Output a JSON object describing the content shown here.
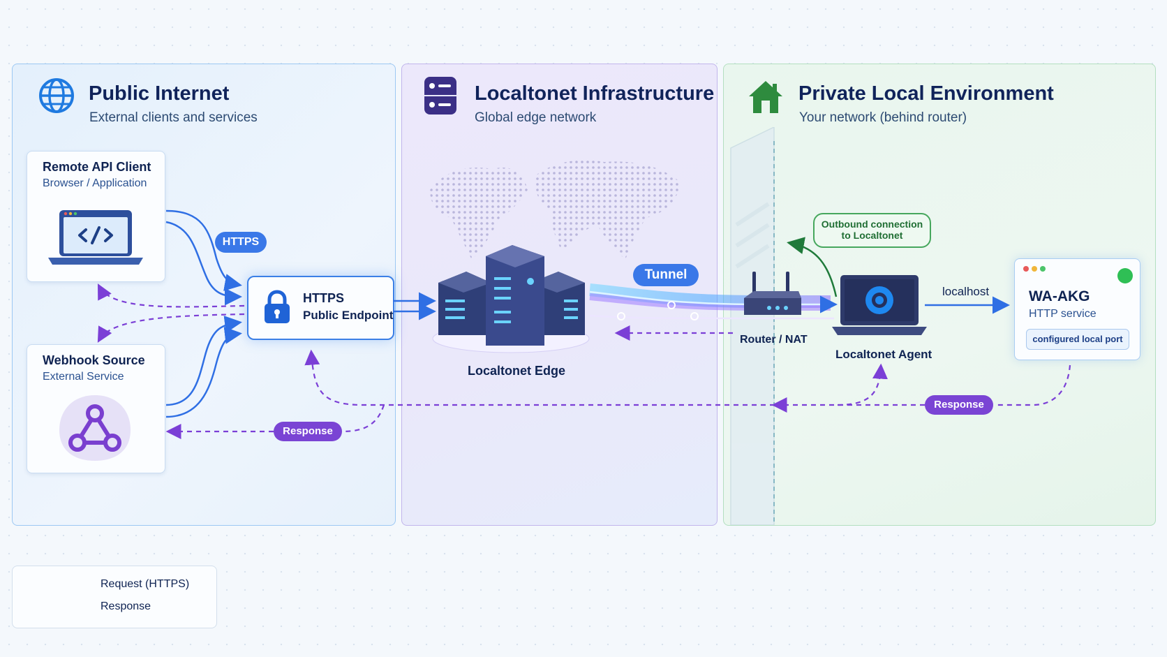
{
  "zones": {
    "public": {
      "title": "Public Internet",
      "subtitle": "External clients and services"
    },
    "infra": {
      "title": "Localtonet Infrastructure",
      "subtitle": "Global edge network"
    },
    "private": {
      "title": "Private Local Environment",
      "subtitle": "Your network (behind router)"
    }
  },
  "nodes": {
    "remote_client": {
      "title": "Remote API Client",
      "subtitle": "Browser / Application"
    },
    "webhook": {
      "title": "Webhook Source",
      "subtitle": "External Service"
    },
    "endpoint": {
      "title": "HTTPS",
      "subtitle": "Public Endpoint"
    },
    "edge": {
      "label": "Localtonet Edge"
    },
    "router": {
      "label": "Router / NAT"
    },
    "agent": {
      "label": "Localtonet Agent"
    },
    "service": {
      "title": "WA-AKG",
      "subtitle": "HTTP service",
      "port_label": "configured local port"
    }
  },
  "labels": {
    "https": "HTTPS",
    "tunnel": "Tunnel",
    "localhost": "localhost",
    "outbound_line1": "Outbound connection",
    "outbound_line2": "to Localtonet",
    "response": "Response"
  },
  "legend": {
    "request": "Request (HTTPS)",
    "response": "Response"
  },
  "colors": {
    "request": "#2f6fe4",
    "response": "#7b3fd6",
    "outbound": "#1f7a3a",
    "pill_blue": "#3a78e8",
    "pill_purple": "#7a44d4"
  }
}
